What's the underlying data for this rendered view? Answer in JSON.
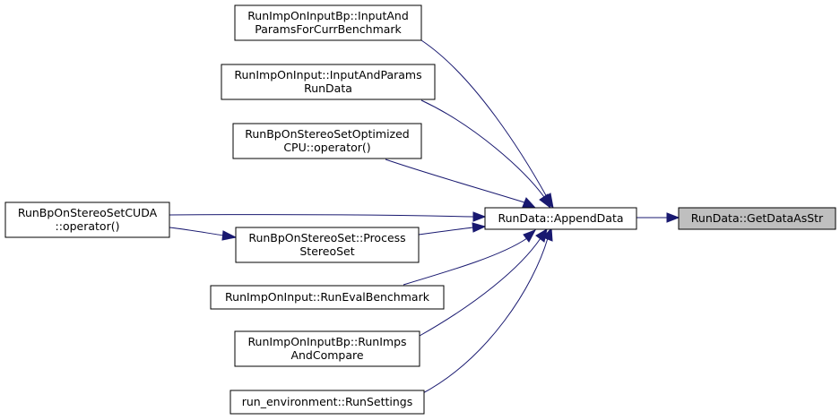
{
  "graph": {
    "focus_node": "RunData::GetDataAsStr",
    "colors": {
      "edge": "#191970",
      "node_fill": "#ffffff",
      "focus_fill": "#bfbfbf",
      "border": "#000000"
    },
    "nodes": {
      "get_data_as_str": {
        "lines": [
          "RunData::GetDataAsStr"
        ]
      },
      "append_data": {
        "lines": [
          "RunData::AppendData"
        ]
      },
      "input_params_bp": {
        "lines": [
          "RunImpOnInputBp::InputAnd",
          "ParamsForCurrBenchmark"
        ]
      },
      "input_params_rundata": {
        "lines": [
          "RunImpOnInput::InputAndParams",
          "RunData"
        ]
      },
      "optimized_cpu": {
        "lines": [
          "RunBpOnStereoSetOptimized",
          "CPU::operator()"
        ]
      },
      "cuda_operator": {
        "lines": [
          "RunBpOnStereoSetCUDA",
          "::operator()"
        ]
      },
      "process_stereo": {
        "lines": [
          "RunBpOnStereoSet::Process",
          "StereoSet"
        ]
      },
      "run_eval": {
        "lines": [
          "RunImpOnInput::RunEvalBenchmark"
        ]
      },
      "run_imps_compare": {
        "lines": [
          "RunImpOnInputBp::RunImps",
          "AndCompare"
        ]
      },
      "run_settings": {
        "lines": [
          "run_environment::RunSettings"
        ]
      }
    },
    "edges": [
      {
        "from": "append_data",
        "to": "get_data_as_str"
      },
      {
        "from": "input_params_bp",
        "to": "append_data"
      },
      {
        "from": "input_params_rundata",
        "to": "append_data"
      },
      {
        "from": "optimized_cpu",
        "to": "append_data"
      },
      {
        "from": "cuda_operator",
        "to": "append_data"
      },
      {
        "from": "cuda_operator",
        "to": "process_stereo"
      },
      {
        "from": "process_stereo",
        "to": "append_data"
      },
      {
        "from": "run_eval",
        "to": "append_data"
      },
      {
        "from": "run_imps_compare",
        "to": "append_data"
      },
      {
        "from": "run_settings",
        "to": "append_data"
      }
    ]
  }
}
